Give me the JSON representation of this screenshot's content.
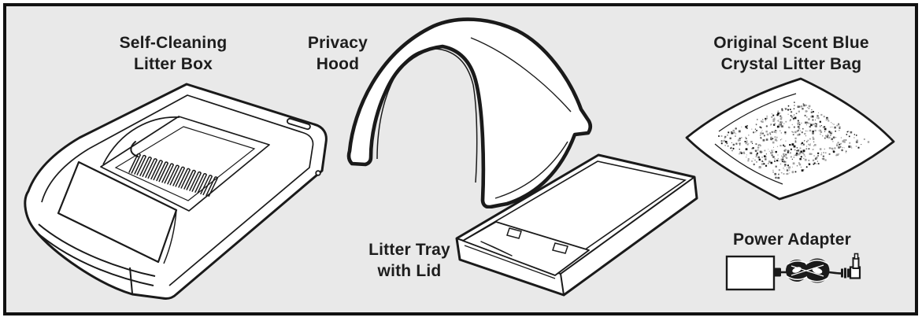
{
  "diagram": {
    "kind": "product-components-diagram",
    "colors": {
      "background": "#e9e9e9",
      "frame_border": "#121212",
      "line": "#1a1a1a",
      "fill": "#ffffff",
      "text": "#1d1d1d",
      "speckle_light": "#a0a0a0",
      "speckle_mid": "#5f5f5f",
      "speckle_dark": "#141414"
    },
    "components": [
      {
        "id": "litter-box",
        "icon": "litter-box-illustration",
        "label_line1": "Self-Cleaning",
        "label_line2": "Litter Box"
      },
      {
        "id": "privacy-hood",
        "icon": "privacy-hood-illustration",
        "label_line1": "Privacy",
        "label_line2": "Hood"
      },
      {
        "id": "litter-tray",
        "icon": "litter-tray-illustration",
        "label_line1": "Litter Tray",
        "label_line2": "with Lid"
      },
      {
        "id": "crystal-litter-bag",
        "icon": "crystal-litter-bag-illustration",
        "label_line1": "Original Scent Blue",
        "label_line2": "Crystal Litter Bag"
      },
      {
        "id": "power-adapter",
        "icon": "power-adapter-illustration",
        "label_line1": "Power Adapter",
        "label_line2": ""
      }
    ]
  }
}
